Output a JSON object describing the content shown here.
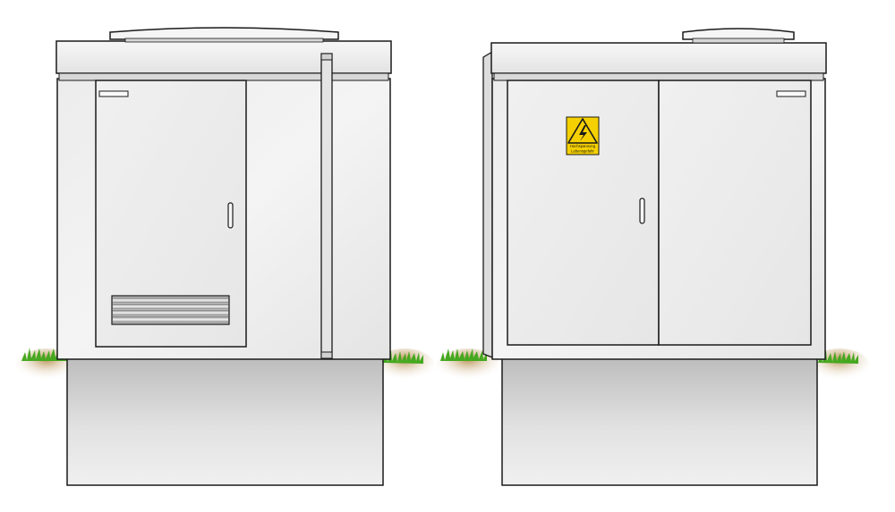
{
  "illustration": {
    "subject": "two transformer kiosk cabinets",
    "warning_label": {
      "icon": "high-voltage-warning-icon",
      "line1": "Hochspannung",
      "line2": "Lebensgefahr",
      "color": "#f5d000"
    },
    "colors": {
      "housing_light": "#f2f2f2",
      "housing_mid": "#e6e6e6",
      "housing_dark": "#d4d4d4",
      "base_light": "#eeeeee",
      "base_dark": "#bdbdbd",
      "outline": "#1a1a1a",
      "grass": "#4caf22",
      "soil": "#c9a86a"
    }
  }
}
